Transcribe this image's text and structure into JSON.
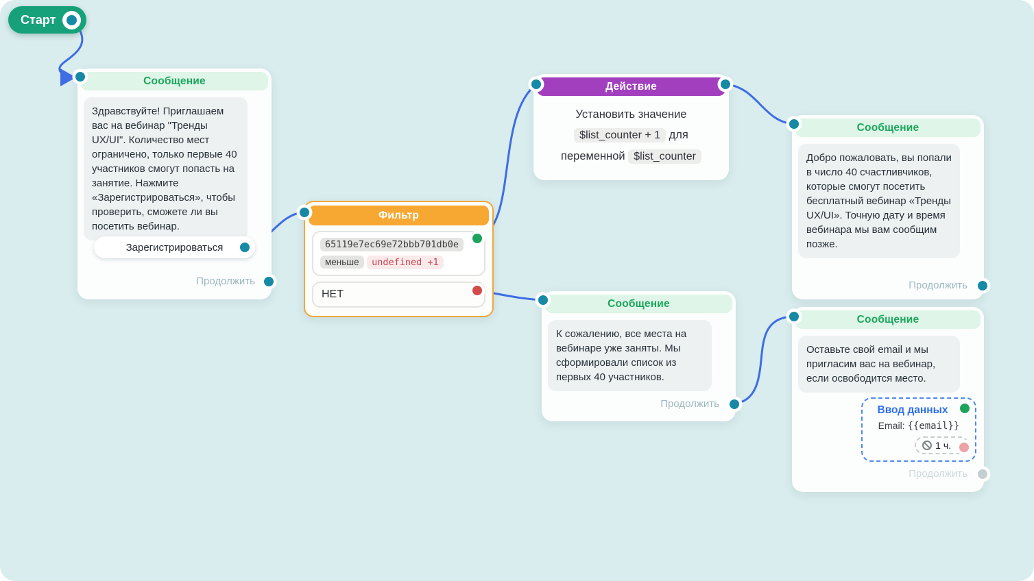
{
  "colors": {
    "background": "#d9ecee",
    "connector": "#3e6de4",
    "start_green": "#16a17b",
    "message_accent": "#1ca65c",
    "message_header_bg": "#def5e8",
    "filter_accent": "#f6a832",
    "action_accent": "#a23fbf",
    "teal_port": "#1689a6",
    "green_port": "#1ea35c",
    "red_port": "#d34a4a",
    "pink_port": "#eba3a6",
    "gray_port": "#c3cfd0",
    "error_value_color": "#ce4052"
  },
  "start": {
    "label": "Старт"
  },
  "nodes": {
    "message1": {
      "type_label": "Сообщение",
      "body": "Здравствуйте! Приглашаем вас на вебинар \"Тренды UX/UI\". Количество мест ограничено, только первые 40 участников смогут попасть на занятие. Нажмите «Зарегистрироваться», чтобы проверить, сможете ли вы посетить вебинар.",
      "button_label": "Зарегистрироваться",
      "footer_label": "Продолжить"
    },
    "filter": {
      "type_label": "Фильтр",
      "variable_id": "65119e7ec69e72bbb701db0e",
      "operator": "меньше",
      "value": "undefined +1",
      "no_label": "НЕТ"
    },
    "action": {
      "type_label": "Действие",
      "text_line1": "Установить значение",
      "value_chip": "$list_counter + 1",
      "text_for": "для",
      "text_variable": "переменной",
      "variable_chip": "$list_counter"
    },
    "message2": {
      "type_label": "Сообщение",
      "body": "Добро пожаловать, вы попали в число 40 счастливчиков, которые смогут посетить бесплатный вебинар «Тренды UX/UI». Точную дату и время вебинара мы вам сообщим позже.",
      "footer_label": "Продолжить"
    },
    "message3": {
      "type_label": "Сообщение",
      "body": "К сожалению, все места на вебинаре уже заняты. Мы сформировали список из первых 40 участников.",
      "footer_label": "Продолжить"
    },
    "message4": {
      "type_label": "Сообщение",
      "body": "Оставьте свой email и мы пригласим вас на вебинар, если освободится место.",
      "input_title": "Ввод данных",
      "input_field_label": "Email:",
      "input_field_value": "{{email}}",
      "timeout_label": "1 ч.",
      "footer_label": "Продолжить"
    }
  }
}
